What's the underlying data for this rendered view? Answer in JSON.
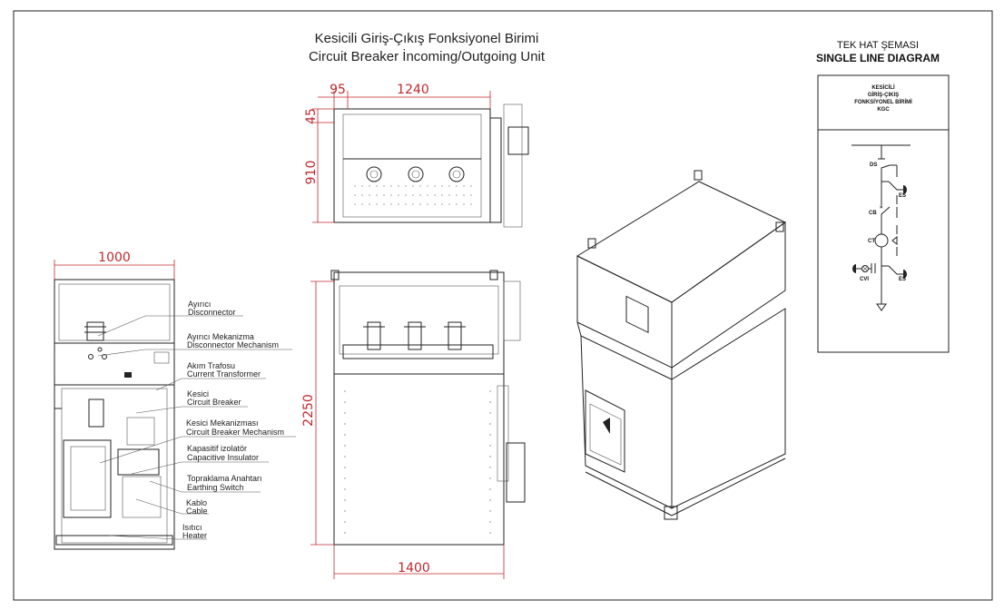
{
  "title": {
    "line1": "Kesicili Giriş-Çıkış Fonksiyonel Birimi",
    "line2": "Circuit Breaker İncoming/Outgoing Unit"
  },
  "sld": {
    "heading_tr": "TEK HAT ŞEMASI",
    "heading_en": "SINGLE LINE DIAGRAM",
    "box_title": [
      "KESİCİLİ",
      "GİRİŞ-ÇIKIŞ",
      "FONKSİYONEL BİRİMİ",
      "KGC"
    ],
    "labels": {
      "ds": "DS",
      "es1": "ES",
      "cb": "CB",
      "ct": "CT",
      "cvi": "CVI",
      "es2": "ES"
    }
  },
  "dimensions": {
    "top_offset": "95",
    "top_width": "1240",
    "top_depth_small": "45",
    "top_depth": "910",
    "front_width": "1000",
    "height": "2250",
    "side_depth": "1400"
  },
  "components": [
    {
      "tr": "Ayırıcı",
      "en": "Disconnector"
    },
    {
      "tr": "Ayırıcı Mekanizma",
      "en": "Disconnector Mechanism"
    },
    {
      "tr": "Akım Trafosu",
      "en": "Current Transformer"
    },
    {
      "tr": "Kesici",
      "en": "Circuit Breaker"
    },
    {
      "tr": "Kesici Mekanizması",
      "en": "Circuit Breaker Mechanism"
    },
    {
      "tr": "Kapasitif izolatör",
      "en": "Capacitive Insulator"
    },
    {
      "tr": "Topraklama Anahtarı",
      "en": "Earthing Switch"
    },
    {
      "tr": "Kablo",
      "en": "Cable"
    },
    {
      "tr": "Isıtıcı",
      "en": "Heater"
    }
  ],
  "colors": {
    "dimension": "#c0282d",
    "line": "#222222"
  }
}
